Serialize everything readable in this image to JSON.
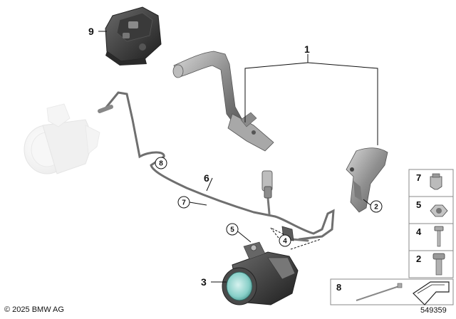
{
  "callouts": {
    "c1": "1",
    "c3": "3",
    "c6": "6",
    "c9": "9"
  },
  "circled": {
    "c8": "8",
    "c7": "7",
    "c5": "5",
    "c4": "4",
    "c2": "2"
  },
  "legend": {
    "items": [
      "7",
      "5",
      "4",
      "2"
    ],
    "bottom_item": "8"
  },
  "footer": {
    "copyright": "© 2025 BMW AG",
    "diagram_id": "549359"
  }
}
